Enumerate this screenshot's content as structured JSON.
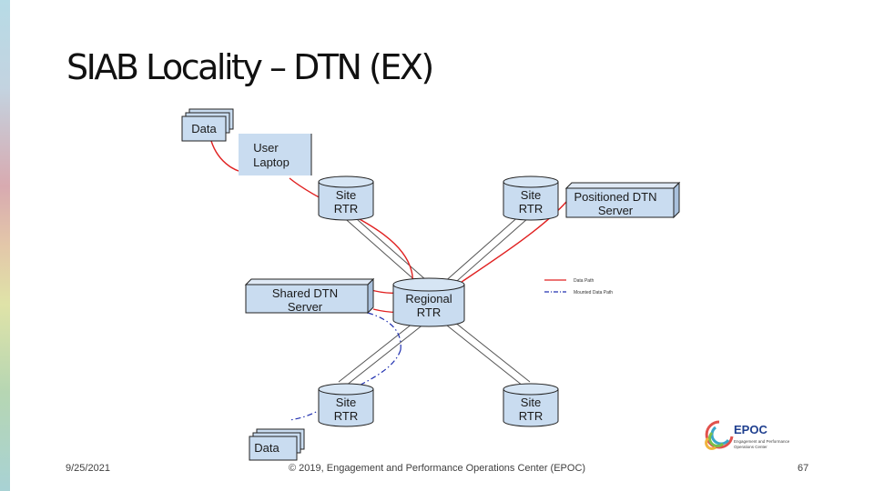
{
  "slide": {
    "title": "SIAB Locality – DTN (EX)",
    "date": "9/25/2021",
    "copyright": "© 2019, Engagement and Performance Operations Center (EPOC)",
    "page_number": "67"
  },
  "diagram": {
    "data_top": "Data",
    "data_bottom": "Data",
    "user_laptop": [
      "User",
      "Laptop"
    ],
    "site_rtr_top_left": [
      "Site",
      "RTR"
    ],
    "site_rtr_top_right": [
      "Site",
      "RTR"
    ],
    "site_rtr_bottom_left": [
      "Site",
      "RTR"
    ],
    "site_rtr_bottom_right": [
      "Site",
      "RTR"
    ],
    "regional_rtr": [
      "Regional",
      "RTR"
    ],
    "shared_dtn": [
      "Shared DTN",
      "Server"
    ],
    "positioned_dtn": [
      "Positioned DTN",
      "Server"
    ],
    "legend": {
      "data_path": "Data Path",
      "mounted_data_path": "Mounted Data Path"
    },
    "colors": {
      "data_path": "#e02020",
      "mounted_path": "#2030b0",
      "box_fill": "#c9dcf0"
    }
  },
  "logo": {
    "name": "EPOC",
    "tagline": [
      "Engagement and Performance",
      "Operations Center"
    ]
  }
}
